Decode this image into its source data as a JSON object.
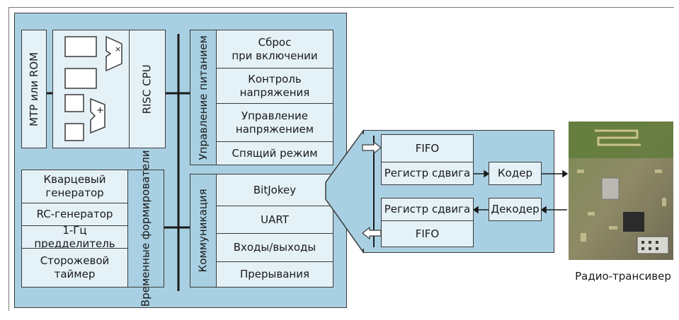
{
  "mcu": {
    "memory_label": "MTP или ROM",
    "cpu_label": "RISC CPU",
    "alu_mul_symbol": "×",
    "alu_add_symbol": "+",
    "power": {
      "group_label": "Управление питанием",
      "items": [
        "Сброс\nпри включении",
        "Контроль\nнапряжения",
        "Управление\nнапряжением",
        "Спящий режим"
      ]
    },
    "timing": {
      "group_label": "Временные\nформирователи",
      "items": [
        "Кварцевый\nгенератор",
        "RC-генератор",
        "1-Гц предделитель",
        "Сторожевой\nтаймер"
      ]
    },
    "comm": {
      "group_label": "Коммуникация",
      "items": [
        "BitJokey",
        "UART",
        "Входы/выходы",
        "Прерывания"
      ]
    }
  },
  "bitjokey_detail": {
    "tx_fifo": "FIFO",
    "tx_shift": "Регистр сдвига",
    "encoder": "Кодер",
    "rx_shift": "Регистр сдвига",
    "decoder": "Декодер",
    "rx_fifo": "FIFO"
  },
  "radio": {
    "caption": "Радио-трансивер"
  },
  "colors": {
    "panel": "#a9d0e2",
    "box": "#e4f1f7",
    "line": "#1a1a1a",
    "pcb": "#8a8a62"
  }
}
